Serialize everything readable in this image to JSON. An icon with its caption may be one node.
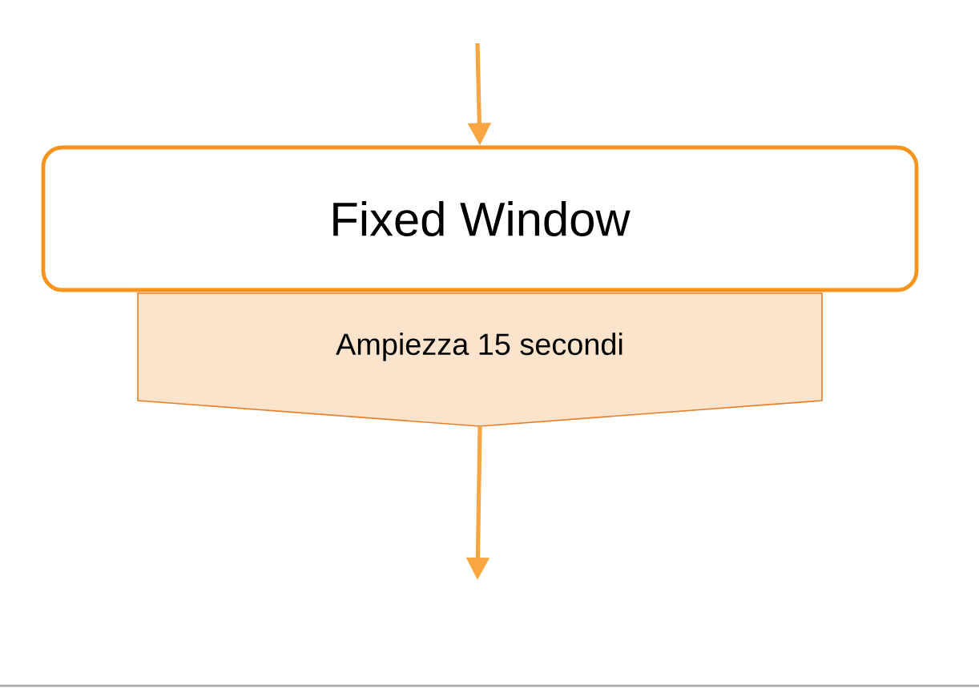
{
  "diagram": {
    "nodes": [
      {
        "text": [
          "Fixed Window"
        ]
      },
      {
        "text": [
          "Ampiezza 15 secondi"
        ]
      }
    ],
    "edges": [
      {
        "from": null,
        "to": 0,
        "arrow": "to"
      },
      {
        "from": 1,
        "to": null,
        "arrow": "to"
      }
    ]
  }
}
